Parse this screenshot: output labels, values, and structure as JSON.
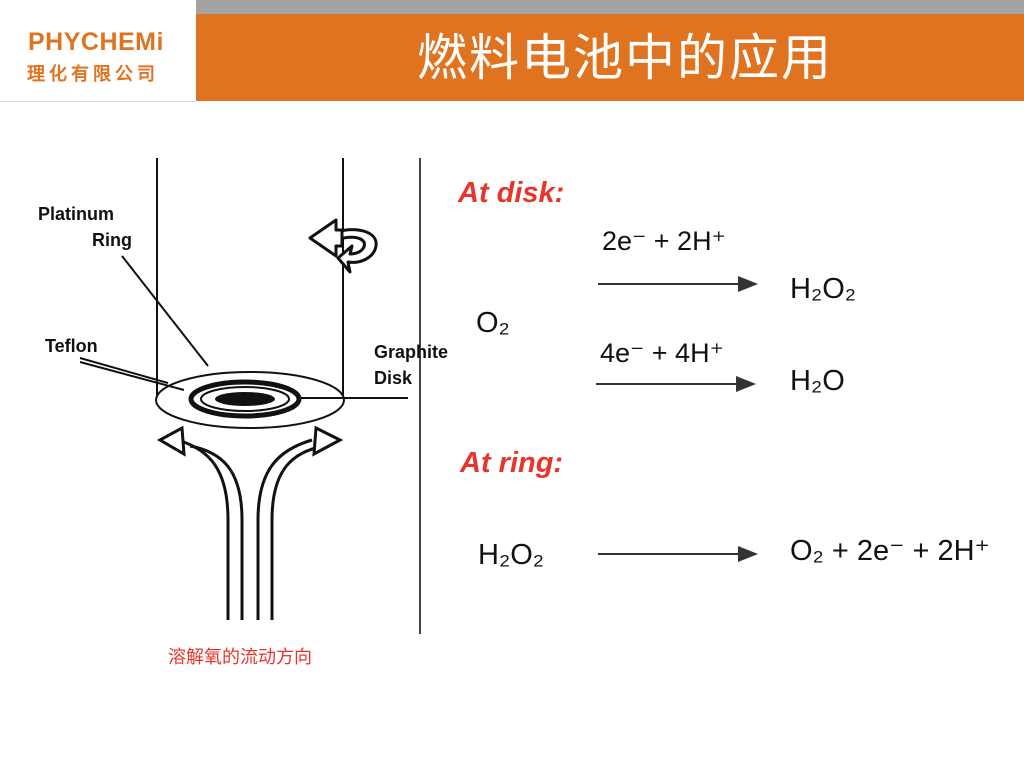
{
  "header": {
    "title": "燃料电池中的应用",
    "accent_color": "#e0731f",
    "strip_color": "#a3a3a3"
  },
  "logo": {
    "english": "PHYCHEMi",
    "chinese": "理化有限公司"
  },
  "diagram_labels": {
    "platinum": "Platinum",
    "ring": "Ring",
    "teflon": "Teflon",
    "graphite": "Graphite",
    "disk": "Disk",
    "rotation_icon": "curved-rotation-arrow-icon",
    "flow_icon": "flow-arrow-icon"
  },
  "reactions": {
    "disk_heading": "At disk:",
    "ring_heading": "At ring:",
    "heading_color": "#e8352b",
    "reactant_o2": "O₂",
    "path1_reagents": "2e⁻ + 2H⁺",
    "path1_product": "H₂O₂",
    "path2_reagents": "4e⁻ + 4H⁺",
    "path2_product": "H₂O",
    "ring_reactant": "H₂O₂",
    "ring_products": "O₂ + 2e⁻ + 2H⁺"
  },
  "caption": "溶解氧的流动方向"
}
